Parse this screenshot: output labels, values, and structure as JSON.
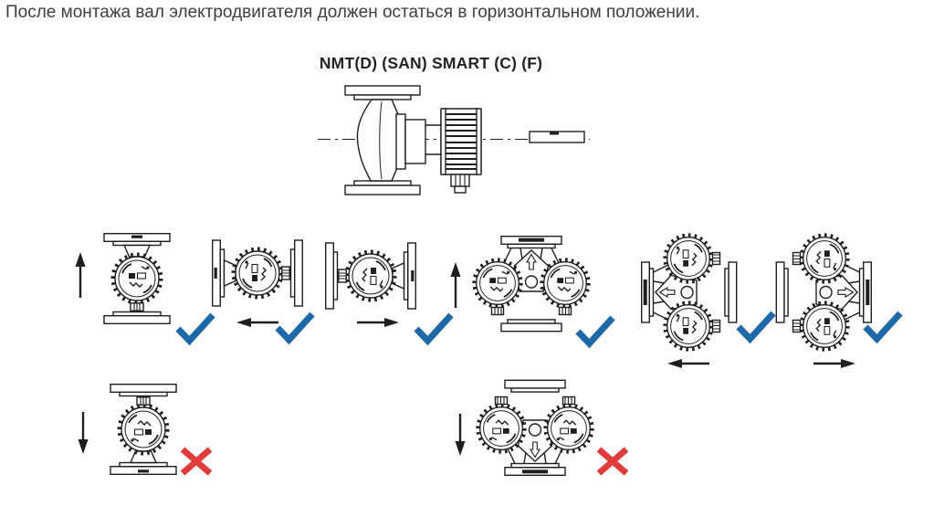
{
  "header": {
    "instruction": "После монтажа вал электродвигателя должен остаться в горизонтальном положении.",
    "model_series": "NMT(D) (SAN) SMART (C) (F)"
  },
  "colors": {
    "ok_check": "#1e68a7",
    "bad_cross": "#e13b3b",
    "line_art": "#1f1f1f",
    "text": "#3e3e3e"
  },
  "icons": {
    "ok": "check-icon",
    "bad": "cross-icon",
    "flow": [
      "arrow-up-icon",
      "arrow-left-icon",
      "arrow-right-icon",
      "arrow-down-icon"
    ]
  },
  "main_drawing": {
    "subject": "pump-side-view-with-level-on-shaft-axis"
  },
  "orientations": {
    "allowed": [
      {
        "pump": "single",
        "pipe_axis": "vertical",
        "flow_direction": "up",
        "verdict": "ok"
      },
      {
        "pump": "single",
        "pipe_axis": "horizontal",
        "flow_direction": "left",
        "verdict": "ok"
      },
      {
        "pump": "single",
        "pipe_axis": "horizontal",
        "flow_direction": "right",
        "verdict": "ok"
      },
      {
        "pump": "twin",
        "pipe_axis": "vertical",
        "flow_direction": "up",
        "verdict": "ok"
      },
      {
        "pump": "twin",
        "pipe_axis": "horizontal",
        "flow_direction": "left",
        "verdict": "ok"
      },
      {
        "pump": "twin",
        "pipe_axis": "horizontal",
        "flow_direction": "right",
        "verdict": "ok"
      }
    ],
    "forbidden": [
      {
        "pump": "single",
        "pipe_axis": "vertical",
        "flow_direction": "down",
        "verdict": "bad"
      },
      {
        "pump": "twin",
        "pipe_axis": "vertical",
        "flow_direction": "down",
        "verdict": "bad"
      }
    ]
  }
}
